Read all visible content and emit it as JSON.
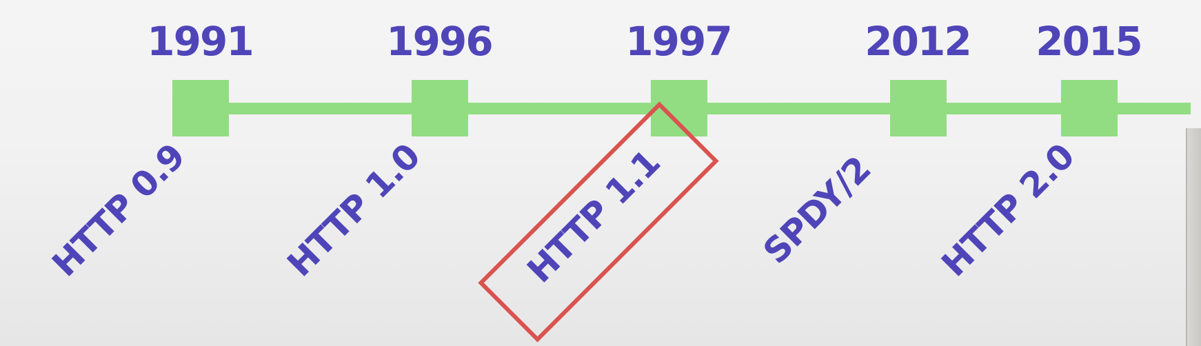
{
  "timeline": {
    "milestones": [
      {
        "year": "1991",
        "label": "HTTP 0.9",
        "highlighted": false
      },
      {
        "year": "1996",
        "label": "HTTP 1.0",
        "highlighted": false
      },
      {
        "year": "1997",
        "label": "HTTP 1.1",
        "highlighted": true
      },
      {
        "year": "2012",
        "label": "SPDY/2",
        "highlighted": false
      },
      {
        "year": "2015",
        "label": "HTTP 2.0",
        "highlighted": false
      }
    ]
  },
  "colors": {
    "year_text": "#4f45b8",
    "label_text": "#4f45b8",
    "marker": "#92dd82",
    "line": "#92dd82",
    "highlight_border": "#d9534f"
  }
}
